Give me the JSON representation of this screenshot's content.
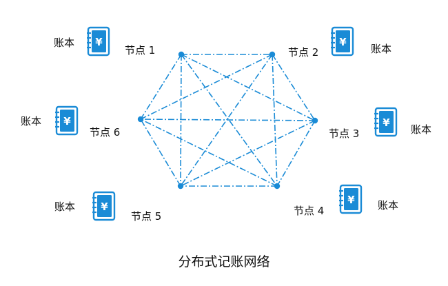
{
  "diagram": {
    "caption": "分布式记账网络",
    "ledger_label": "账本",
    "ledger_icon": "ledger-book-yen-icon",
    "accent_color": "#1a8bd6",
    "nodes": [
      {
        "id": "1",
        "label": "节点 1"
      },
      {
        "id": "2",
        "label": "节点 2"
      },
      {
        "id": "3",
        "label": "节点 3"
      },
      {
        "id": "4",
        "label": "节点 4"
      },
      {
        "id": "5",
        "label": "节点 5"
      },
      {
        "id": "6",
        "label": "节点 6"
      }
    ],
    "edges": [
      [
        "1",
        "2"
      ],
      [
        "1",
        "3"
      ],
      [
        "1",
        "4"
      ],
      [
        "1",
        "5"
      ],
      [
        "1",
        "6"
      ],
      [
        "2",
        "3"
      ],
      [
        "2",
        "4"
      ],
      [
        "2",
        "5"
      ],
      [
        "2",
        "6"
      ],
      [
        "3",
        "4"
      ],
      [
        "3",
        "5"
      ],
      [
        "3",
        "6"
      ],
      [
        "4",
        "5"
      ],
      [
        "4",
        "6"
      ],
      [
        "5",
        "6"
      ]
    ]
  }
}
